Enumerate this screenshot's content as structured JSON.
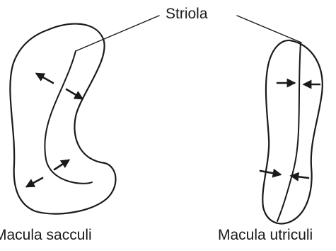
{
  "labels": {
    "striola": "Striola",
    "macula_sacculi": "Macula sacculi",
    "macula_utriculi": "Macula utriculi"
  },
  "colors": {
    "ink": "#1a1a1a",
    "background": "#ffffff"
  }
}
